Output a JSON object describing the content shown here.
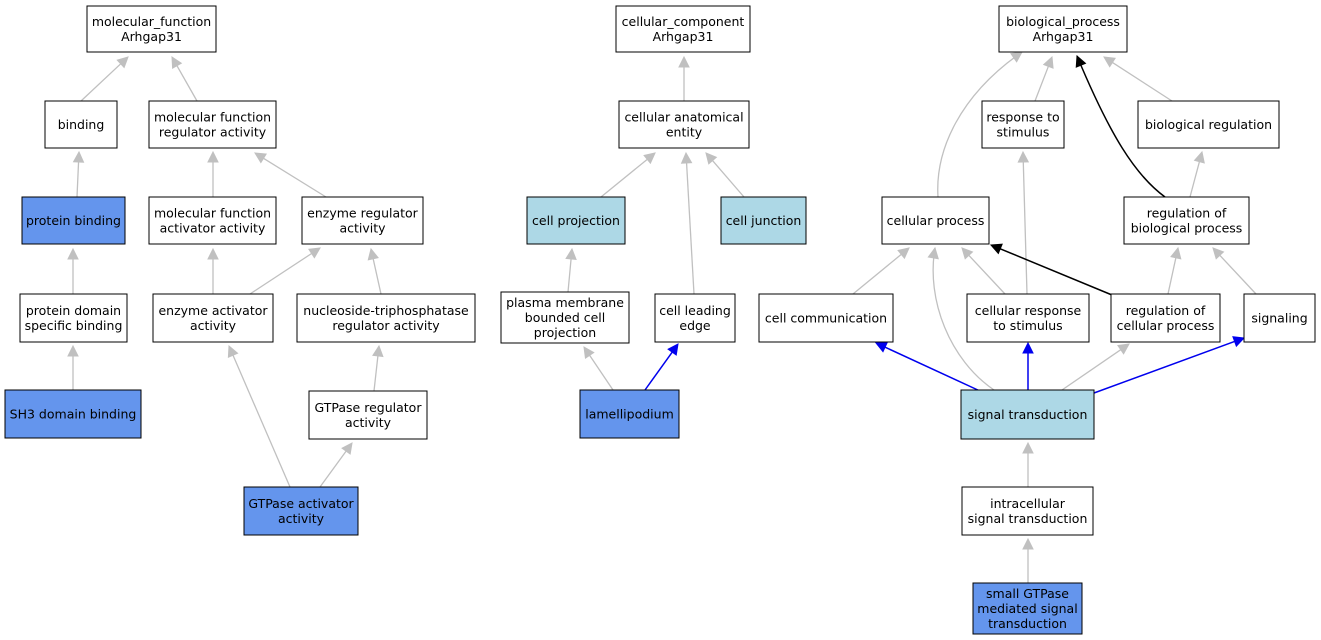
{
  "colors": {
    "default_fill": "#ffffff",
    "highlight_light": "#add8e6",
    "highlight_dark": "#6495ed",
    "edge_gray": "#c0c0c0",
    "edge_blue": "#0000ee",
    "edge_black": "#000000"
  },
  "nodes": [
    {
      "id": "mf_root",
      "lines": [
        "molecular_function",
        "Arhgap31"
      ],
      "fill": "default"
    },
    {
      "id": "binding",
      "lines": [
        "binding"
      ],
      "fill": "default"
    },
    {
      "id": "mf_regulator",
      "lines": [
        "molecular function",
        "regulator activity"
      ],
      "fill": "default"
    },
    {
      "id": "protein_binding",
      "lines": [
        "protein binding"
      ],
      "fill": "dark"
    },
    {
      "id": "mf_activator",
      "lines": [
        "molecular function",
        "activator activity"
      ],
      "fill": "default"
    },
    {
      "id": "enzyme_regulator",
      "lines": [
        "enzyme regulator",
        "activity"
      ],
      "fill": "default"
    },
    {
      "id": "protein_domain_binding",
      "lines": [
        "protein domain",
        "specific binding"
      ],
      "fill": "default"
    },
    {
      "id": "enzyme_activator",
      "lines": [
        "enzyme activator",
        "activity"
      ],
      "fill": "default"
    },
    {
      "id": "ntpase_regulator",
      "lines": [
        "nucleoside-triphosphatase",
        "regulator activity"
      ],
      "fill": "default"
    },
    {
      "id": "sh3_binding",
      "lines": [
        "SH3 domain binding"
      ],
      "fill": "dark"
    },
    {
      "id": "gtpase_regulator",
      "lines": [
        "GTPase regulator",
        "activity"
      ],
      "fill": "default"
    },
    {
      "id": "gtpase_activator",
      "lines": [
        "GTPase activator",
        "activity"
      ],
      "fill": "dark"
    },
    {
      "id": "cc_root",
      "lines": [
        "cellular_component",
        "Arhgap31"
      ],
      "fill": "default"
    },
    {
      "id": "cell_anat_entity",
      "lines": [
        "cellular anatomical",
        "entity"
      ],
      "fill": "default"
    },
    {
      "id": "cell_projection",
      "lines": [
        "cell projection"
      ],
      "fill": "light"
    },
    {
      "id": "cell_junction",
      "lines": [
        "cell junction"
      ],
      "fill": "light"
    },
    {
      "id": "pm_bounded_projection",
      "lines": [
        "plasma membrane",
        "bounded cell",
        "projection"
      ],
      "fill": "default"
    },
    {
      "id": "cell_leading_edge",
      "lines": [
        "cell leading",
        "edge"
      ],
      "fill": "default"
    },
    {
      "id": "lamellipodium",
      "lines": [
        "lamellipodium"
      ],
      "fill": "dark"
    },
    {
      "id": "bp_root",
      "lines": [
        "biological_process",
        "Arhgap31"
      ],
      "fill": "default"
    },
    {
      "id": "response_to_stimulus",
      "lines": [
        "response to",
        "stimulus"
      ],
      "fill": "default"
    },
    {
      "id": "biological_regulation",
      "lines": [
        "biological regulation"
      ],
      "fill": "default"
    },
    {
      "id": "cellular_process",
      "lines": [
        "cellular process"
      ],
      "fill": "default"
    },
    {
      "id": "reg_bio_process",
      "lines": [
        "regulation of",
        "biological process"
      ],
      "fill": "default"
    },
    {
      "id": "cell_communication",
      "lines": [
        "cell communication"
      ],
      "fill": "default"
    },
    {
      "id": "cell_response_stimulus",
      "lines": [
        "cellular response",
        "to stimulus"
      ],
      "fill": "default"
    },
    {
      "id": "reg_cell_process",
      "lines": [
        "regulation of",
        "cellular process"
      ],
      "fill": "default"
    },
    {
      "id": "signaling",
      "lines": [
        "signaling"
      ],
      "fill": "default"
    },
    {
      "id": "signal_transduction",
      "lines": [
        "signal transduction"
      ],
      "fill": "light"
    },
    {
      "id": "intracellular_signal",
      "lines": [
        "intracellular",
        "signal transduction"
      ],
      "fill": "default"
    },
    {
      "id": "small_gtpase_signal",
      "lines": [
        "small GTPase",
        "mediated signal",
        "transduction"
      ],
      "fill": "dark"
    }
  ],
  "edges": [
    {
      "from": "binding",
      "to": "mf_root",
      "color": "gray"
    },
    {
      "from": "mf_regulator",
      "to": "mf_root",
      "color": "gray"
    },
    {
      "from": "protein_binding",
      "to": "binding",
      "color": "gray"
    },
    {
      "from": "mf_activator",
      "to": "mf_regulator",
      "color": "gray"
    },
    {
      "from": "enzyme_regulator",
      "to": "mf_regulator",
      "color": "gray"
    },
    {
      "from": "protein_domain_binding",
      "to": "protein_binding",
      "color": "gray"
    },
    {
      "from": "enzyme_activator",
      "to": "mf_activator",
      "color": "gray"
    },
    {
      "from": "enzyme_activator",
      "to": "enzyme_regulator",
      "color": "gray"
    },
    {
      "from": "ntpase_regulator",
      "to": "enzyme_regulator",
      "color": "gray"
    },
    {
      "from": "sh3_binding",
      "to": "protein_domain_binding",
      "color": "gray"
    },
    {
      "from": "gtpase_regulator",
      "to": "ntpase_regulator",
      "color": "gray"
    },
    {
      "from": "gtpase_activator",
      "to": "enzyme_activator",
      "color": "gray"
    },
    {
      "from": "gtpase_activator",
      "to": "gtpase_regulator",
      "color": "gray"
    },
    {
      "from": "cell_anat_entity",
      "to": "cc_root",
      "color": "gray"
    },
    {
      "from": "cell_projection",
      "to": "cell_anat_entity",
      "color": "gray"
    },
    {
      "from": "cell_junction",
      "to": "cell_anat_entity",
      "color": "gray"
    },
    {
      "from": "cell_leading_edge",
      "to": "cell_anat_entity",
      "color": "gray"
    },
    {
      "from": "pm_bounded_projection",
      "to": "cell_projection",
      "color": "gray"
    },
    {
      "from": "lamellipodium",
      "to": "pm_bounded_projection",
      "color": "gray"
    },
    {
      "from": "lamellipodium",
      "to": "cell_leading_edge",
      "color": "blue"
    },
    {
      "from": "response_to_stimulus",
      "to": "bp_root",
      "color": "gray"
    },
    {
      "from": "biological_regulation",
      "to": "bp_root",
      "color": "gray"
    },
    {
      "from": "cellular_process",
      "to": "bp_root",
      "color": "gray",
      "curve": "bp_cellproc"
    },
    {
      "from": "reg_bio_process",
      "to": "bp_root",
      "color": "black",
      "curve": "bp_regbio"
    },
    {
      "from": "reg_bio_process",
      "to": "biological_regulation",
      "color": "gray"
    },
    {
      "from": "cell_communication",
      "to": "cellular_process",
      "color": "gray"
    },
    {
      "from": "cell_response_stimulus",
      "to": "cellular_process",
      "color": "gray"
    },
    {
      "from": "cell_response_stimulus",
      "to": "response_to_stimulus",
      "color": "gray"
    },
    {
      "from": "reg_cell_process",
      "to": "cellular_process",
      "color": "black"
    },
    {
      "from": "reg_cell_process",
      "to": "reg_bio_process",
      "color": "gray"
    },
    {
      "from": "signaling",
      "to": "reg_bio_process",
      "color": "gray"
    },
    {
      "from": "signal_transduction",
      "to": "cellular_process",
      "color": "gray",
      "curve": "st_cellproc"
    },
    {
      "from": "signal_transduction",
      "to": "cell_communication",
      "color": "blue"
    },
    {
      "from": "signal_transduction",
      "to": "cell_response_stimulus",
      "color": "blue"
    },
    {
      "from": "signal_transduction",
      "to": "reg_cell_process",
      "color": "gray"
    },
    {
      "from": "signal_transduction",
      "to": "signaling",
      "color": "blue"
    },
    {
      "from": "intracellular_signal",
      "to": "signal_transduction",
      "color": "gray"
    },
    {
      "from": "small_gtpase_signal",
      "to": "intracellular_signal",
      "color": "gray"
    }
  ]
}
